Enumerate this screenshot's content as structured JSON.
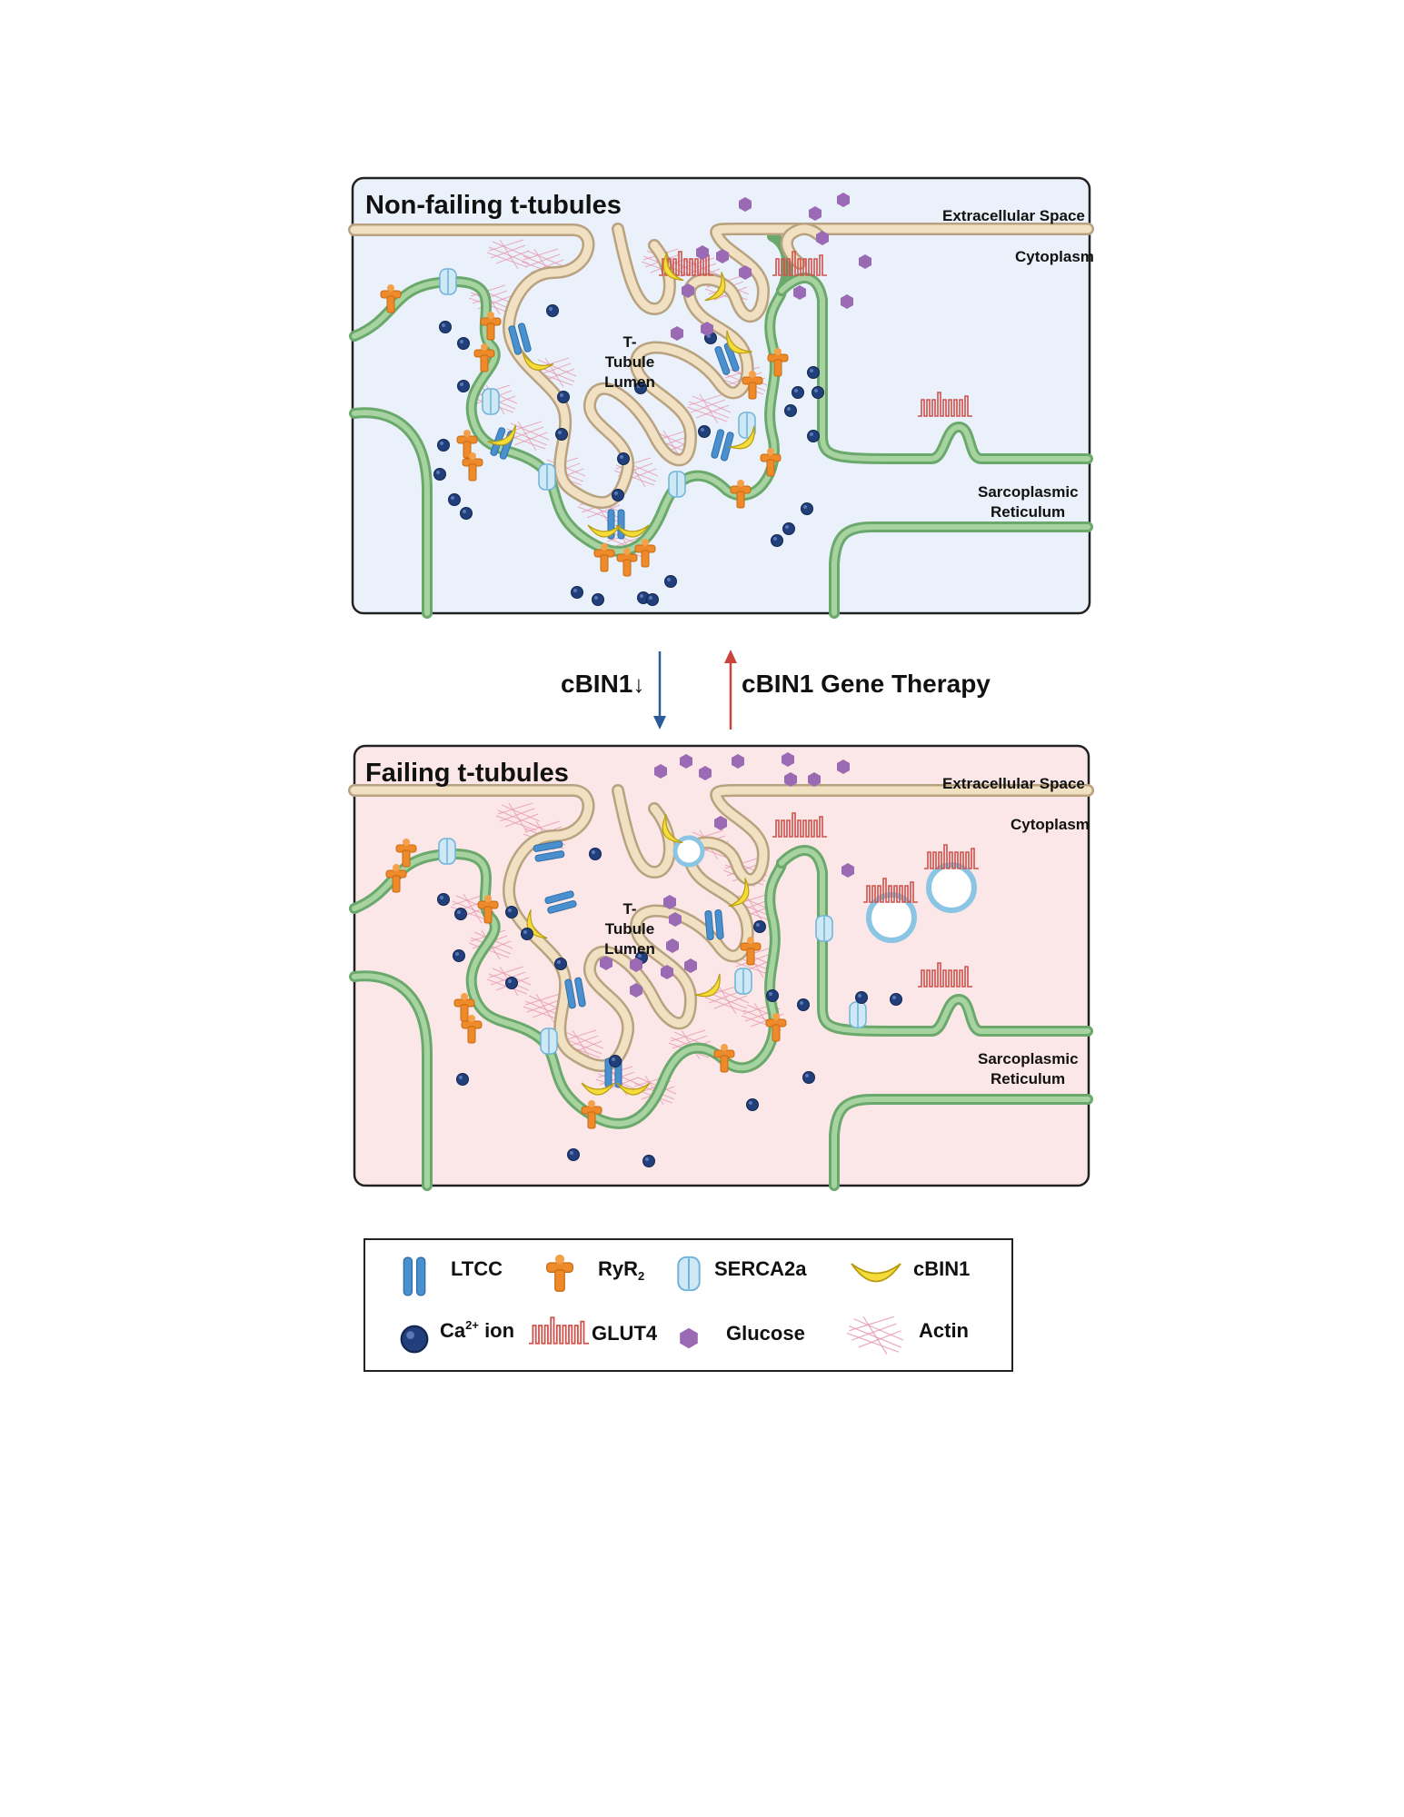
{
  "panels": {
    "top": {
      "title": "Non-failing t-tubules",
      "extracellular": "Extracellular Space",
      "cytoplasm": "Cytoplasm",
      "lumen": [
        "T-",
        "Tubule",
        "Lumen"
      ],
      "sr": [
        "Sarcoplasmic",
        "Reticulum"
      ],
      "background": "#eaf1fa"
    },
    "bottom": {
      "title": "Failing t-tubules",
      "extracellular": "Extracellular Space",
      "cytoplasm": "Cytoplasm",
      "lumen": [
        "T-",
        "Tubule",
        "Lumen"
      ],
      "sr": [
        "Sarcoplasmic",
        "Reticulum"
      ],
      "background": "#fbe7e7"
    }
  },
  "arrows": {
    "down_label": "cBIN1",
    "down_symbol": "↓",
    "up_label": "cBIN1 Gene Therapy",
    "down_color": "#2a5d97",
    "up_color": "#c9443d"
  },
  "legend": {
    "ltcc": "LTCC",
    "ryr2": "RyR",
    "ryr2_sub": "2",
    "serca": "SERCA2a",
    "cbin1": "cBIN1",
    "ca_ion": "Ca",
    "ca_sup": "2+",
    "ca_ion_suffix": " ion",
    "glut4": "GLUT4",
    "glucose": "Glucose",
    "actin": "Actin"
  },
  "ion_text": "Ca2+",
  "colors": {
    "ltcc": "#4a90cf",
    "ryr2": "#ee8a2a",
    "serca": "#a9d6ee",
    "cbin1": "#f5dc3a",
    "ca_ion": "#213f7a",
    "glut4": "#d0504a",
    "glucose": "#9b6ab5",
    "actin": "#e79ab2",
    "sr_membrane": "#6aa86c",
    "t_tubule": "#b9a27f"
  }
}
